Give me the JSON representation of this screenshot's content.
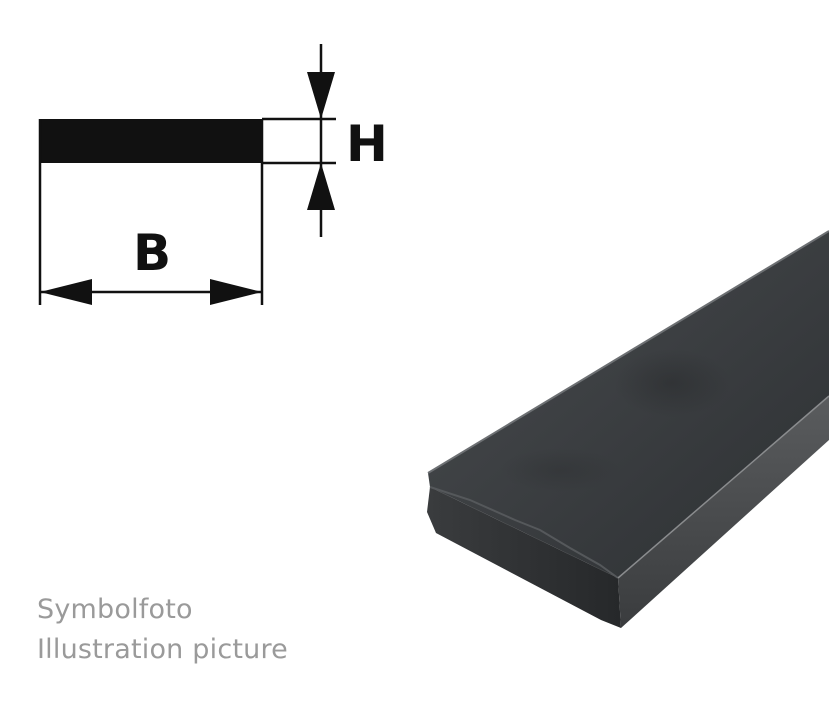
{
  "diagram": {
    "height_label": "H",
    "width_label": "B"
  },
  "captions": {
    "line1": "Symbolfoto",
    "line2": "Illustration picture"
  },
  "colors": {
    "ink": "#111111",
    "caption": "#9a9a9a",
    "steel_top": "#3e4144",
    "steel_front": "#2c2e30",
    "steel_side": "#4a4c4e"
  }
}
